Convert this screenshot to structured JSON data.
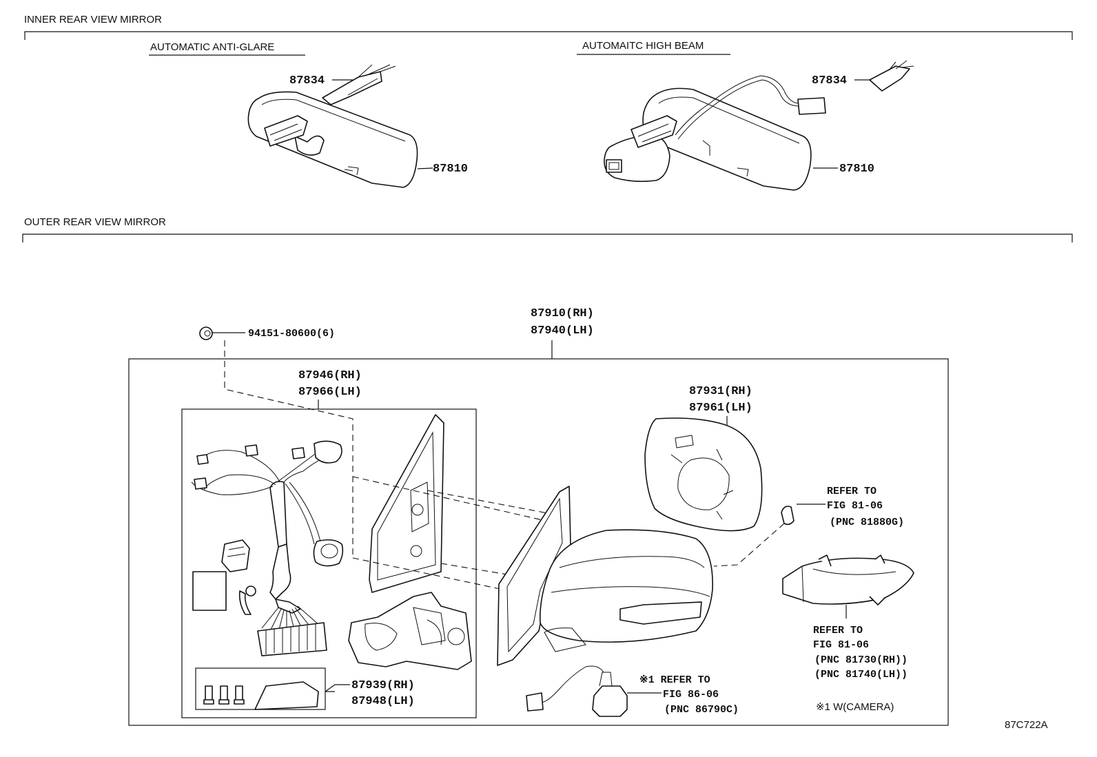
{
  "sections": {
    "inner": "INNER REAR VIEW MIRROR",
    "outer": "OUTER REAR VIEW MIRROR"
  },
  "subsections": {
    "anti_glare": "AUTOMATIC ANTI-GLARE",
    "high_beam": "AUTOMAITC HIGH BEAM"
  },
  "parts": {
    "holder_anti_glare": "87834",
    "mirror_anti_glare": "87810",
    "holder_high_beam": "87834",
    "mirror_high_beam": "87810",
    "clip": "94151-80600(6)",
    "outer_assy_rh": "87910(RH)",
    "outer_assy_lh": "87940(LH)",
    "cover_rh": "87946(RH)",
    "cover_lh": "87966(LH)",
    "mirror_glass_rh": "87931(RH)",
    "mirror_glass_lh": "87961(LH)",
    "retainer_rh": "87939(RH)",
    "retainer_lh": "87948(LH)"
  },
  "refs": {
    "bulb": [
      "REFER TO",
      "FIG 81-06",
      "(PNC 81880G)"
    ],
    "turn_lamp": [
      "REFER TO",
      "FIG 81-06",
      "(PNC 81730(RH))",
      "(PNC 81740(LH))"
    ],
    "camera": [
      "※1 REFER TO",
      "FIG 86-06",
      "(PNC 86790C)"
    ]
  },
  "note": "※1 W(CAMERA)",
  "figure_code": "87C722A"
}
